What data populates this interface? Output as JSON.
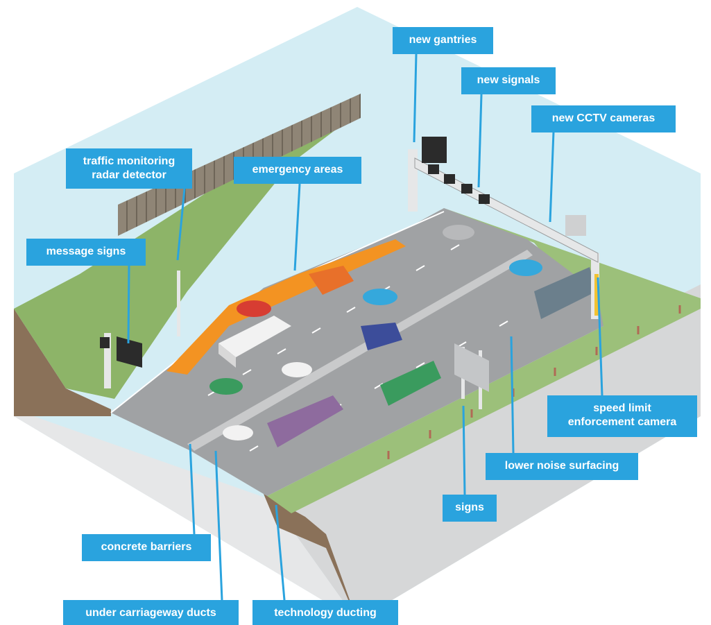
{
  "colors": {
    "callout_bg": "#2aa3de",
    "grass": "#8db468",
    "road": "#9fa1a3",
    "emergency_area": "#f39322",
    "soil": "#8a7159",
    "sky_box": "#d3ecf3",
    "noise_fence": "#8c8275"
  },
  "callouts": {
    "new_gantries": "new gantries",
    "new_signals": "new signals",
    "new_cctv": "new CCTV cameras",
    "radar_line1": "traffic monitoring",
    "radar_line2": "radar detector",
    "emergency_areas": "emergency areas",
    "message_signs": "message signs",
    "speed_line1": "speed limit",
    "speed_line2": "enforcement camera",
    "lower_noise": "lower noise surfacing",
    "signs": "signs",
    "concrete_barriers": "concrete barriers",
    "under_ducts": "under carriageway ducts",
    "tech_ducting": "technology ducting"
  }
}
